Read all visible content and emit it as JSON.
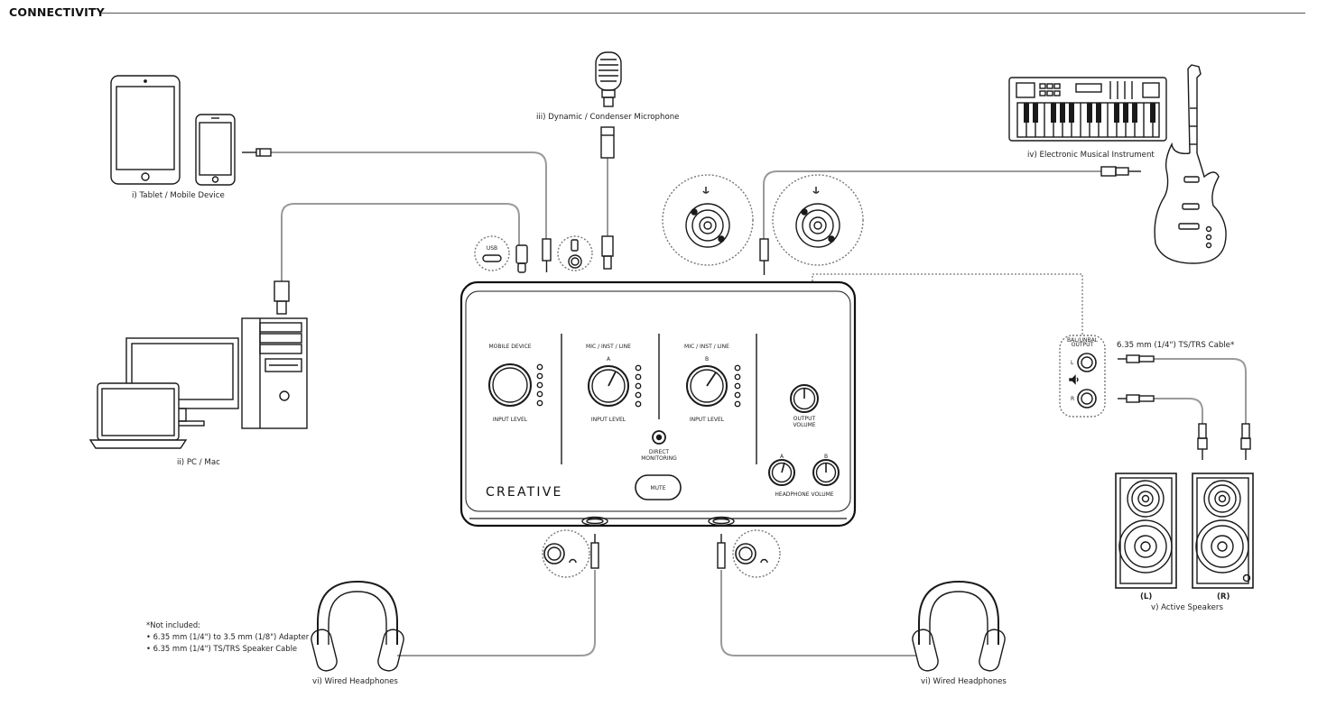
{
  "header": {
    "title": "CONNECTIVITY"
  },
  "devices": {
    "tablet_mobile": "i) Tablet / Mobile Device",
    "pc_mac": "ii) PC / Mac",
    "microphone": "iii) Dynamic / Condenser Microphone",
    "instrument": "iv) Electronic Musical Instrument",
    "speakers": "v) Active Speakers",
    "headphones_left": "vi) Wired Headphones",
    "headphones_right": "vi) Wired Headphones"
  },
  "speakers": {
    "left": "(L)",
    "right": "(R)"
  },
  "cable_label": "6.35 mm (1/4\") TS/TRS Cable*",
  "notes": {
    "title": "*Not included:",
    "item1": "• 6.35 mm (1/4\") to 3.5 mm (1/8\") Adapter",
    "item2": "• 6.35 mm (1/4\") TS/TRS Speaker Cable"
  },
  "panel": {
    "mobile_device": "MOBILE DEVICE",
    "input_level_1": "INPUT LEVEL",
    "channel_a_title": "MIC / INST / LINE",
    "channel_a": "A",
    "input_level_2": "INPUT LEVEL",
    "channel_b_title": "MIC / INST / LINE",
    "channel_b": "B",
    "input_level_3": "INPUT LEVEL",
    "direct": "DIRECT",
    "monitoring": "MONITORING",
    "output": "OUTPUT",
    "volume": "VOLUME",
    "hp_a": "A",
    "hp_b": "B",
    "headphone_volume": "HEADPHONE VOLUME",
    "brand": "CREATIVE",
    "mute": "MUTE",
    "usb": "USB",
    "bal_unbal": "BAL/UNBAL",
    "output_jack": "OUTPUT",
    "out_l": "L",
    "out_r": "R"
  },
  "colors": {
    "line": "#1a1a1a",
    "cable": "#9a9a9a",
    "panel": "#111111"
  }
}
